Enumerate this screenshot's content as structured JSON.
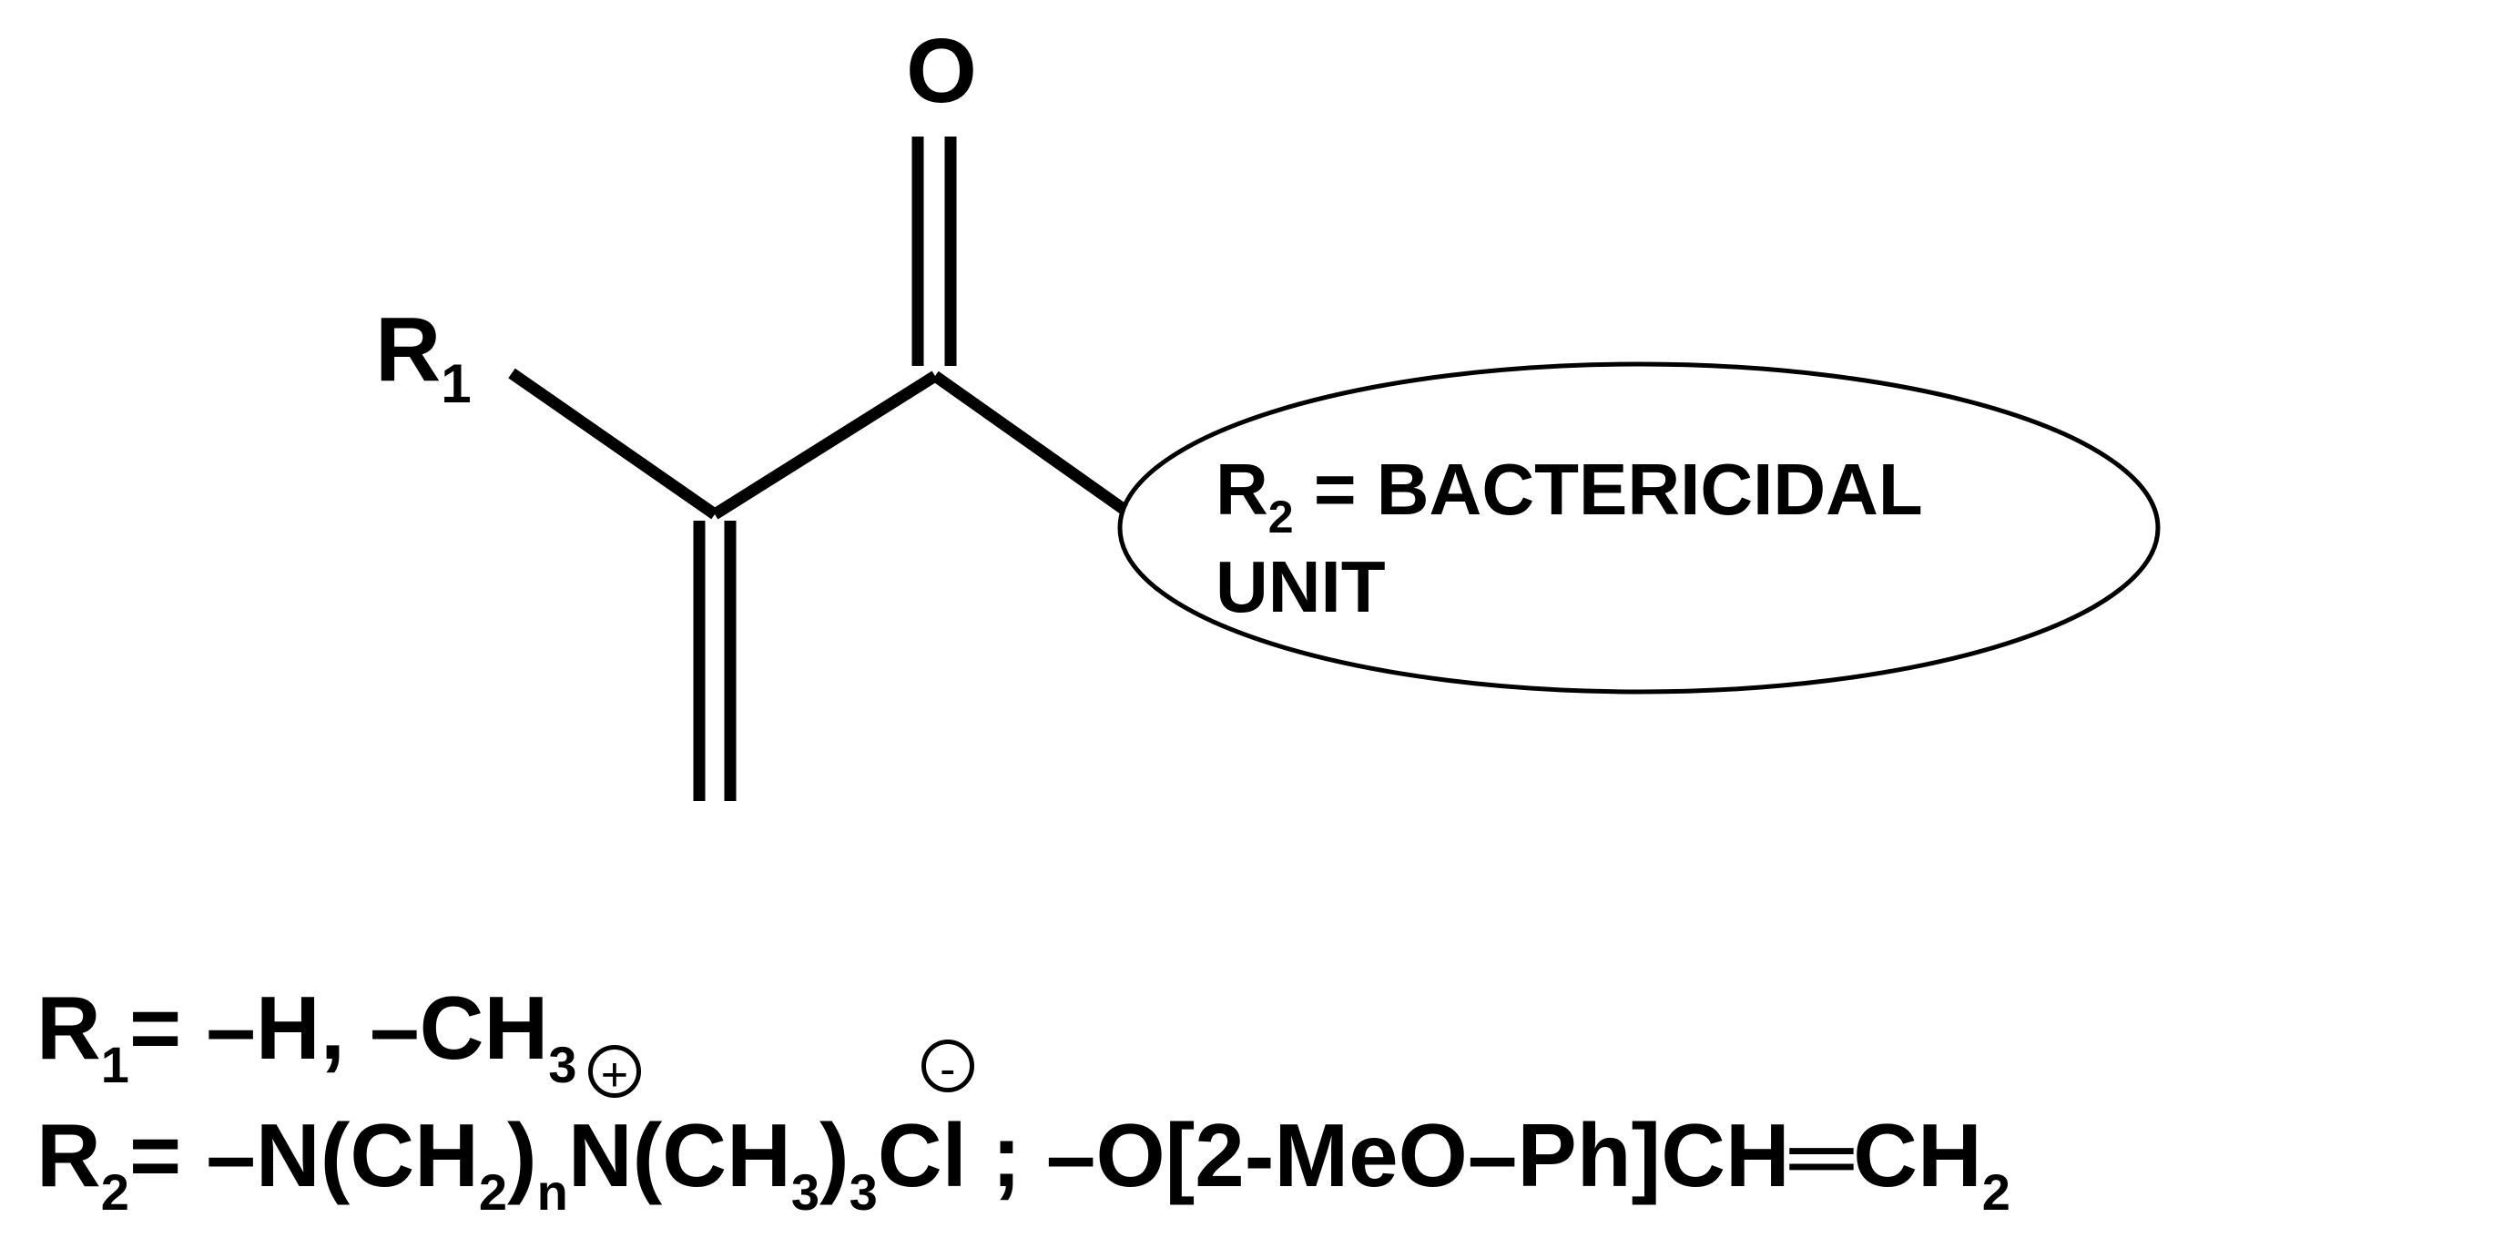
{
  "diagram": {
    "atoms": {
      "oxygen": "O",
      "r1_letter": "R",
      "r1_sub": "1"
    },
    "ellipse": {
      "line1_r": "R",
      "line1_sub": "2",
      "line1_rest": " = BACTERICIDAL",
      "line2": "UNIT"
    }
  },
  "legend": {
    "r1": {
      "label": "R",
      "sub": "1",
      "eq": "=",
      "dash1": "–",
      "h": "H,",
      "dash2": "–",
      "ch": "CH",
      "ch_sub": "3"
    },
    "r2": {
      "label": "R",
      "sub": "2",
      "eq": "=",
      "dash1": "–",
      "part1": "N(CH",
      "part1_sub": "2",
      "part2": ")",
      "part2_sub": "n",
      "n_atom": "N",
      "plus": "+",
      "part3": "(CH",
      "part3_sub": "3",
      "part4": ")",
      "part4_sub": "3",
      "cl": "Cl",
      "minus": "-",
      "sep": ";",
      "dash2": "–",
      "part5": "O[2-MeO",
      "dash3": "–",
      "part6": "Ph]CH",
      "dbl": "═",
      "part7": "CH",
      "part7_sub": "2"
    }
  },
  "colors": {
    "ink": "#000000",
    "background": "#ffffff"
  }
}
